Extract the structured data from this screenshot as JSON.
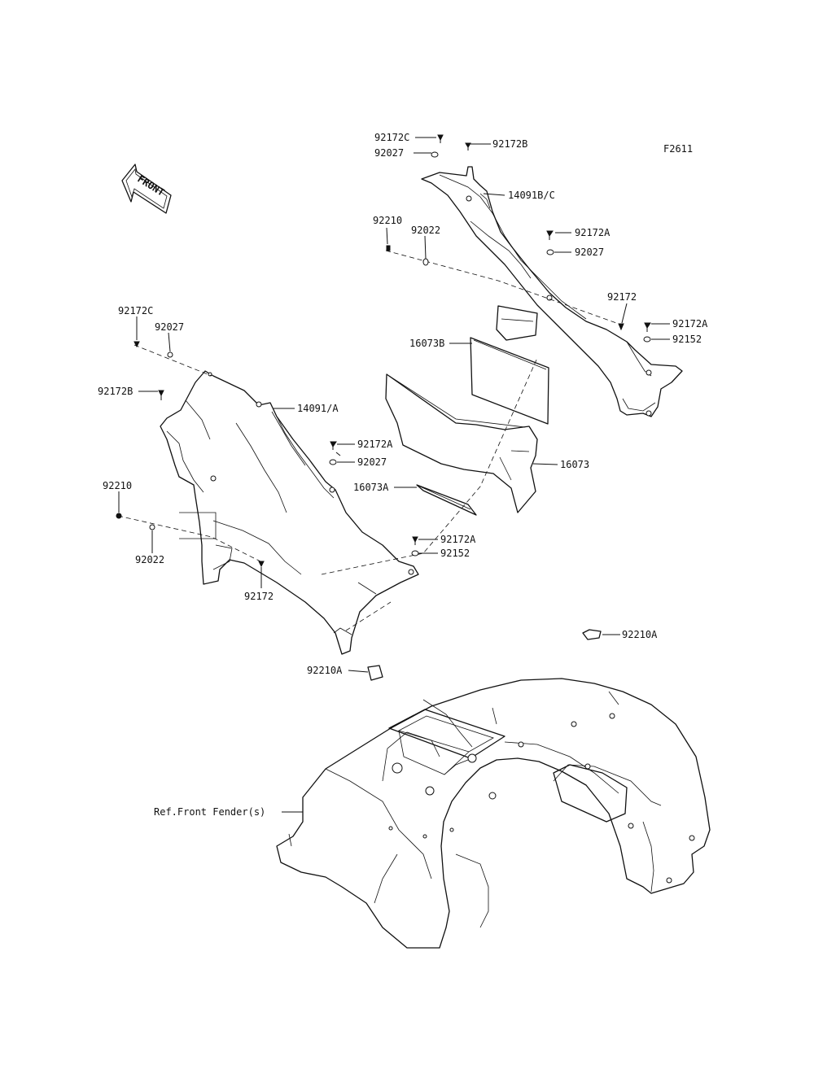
{
  "figure_id": "F2611",
  "front_arrow_text": "FRONT",
  "callouts": [
    {
      "id": "c01",
      "text": "92172C"
    },
    {
      "id": "c02",
      "text": "92172B"
    },
    {
      "id": "c03",
      "text": "92027"
    },
    {
      "id": "c04",
      "text": "14091B/C"
    },
    {
      "id": "c05",
      "text": "92210"
    },
    {
      "id": "c06",
      "text": "92022"
    },
    {
      "id": "c07",
      "text": "92172A"
    },
    {
      "id": "c08",
      "text": "92027"
    },
    {
      "id": "c09",
      "text": "92172"
    },
    {
      "id": "c10",
      "text": "92172A"
    },
    {
      "id": "c11",
      "text": "92152"
    },
    {
      "id": "c12",
      "text": "16073B"
    },
    {
      "id": "c13",
      "text": "92172C"
    },
    {
      "id": "c14",
      "text": "92027"
    },
    {
      "id": "c15",
      "text": "92172B"
    },
    {
      "id": "c16",
      "text": "14091/A"
    },
    {
      "id": "c17",
      "text": "92172A"
    },
    {
      "id": "c18",
      "text": "92027"
    },
    {
      "id": "c19",
      "text": "16073"
    },
    {
      "id": "c20",
      "text": "16073A"
    },
    {
      "id": "c21",
      "text": "92210"
    },
    {
      "id": "c22",
      "text": "92022"
    },
    {
      "id": "c23",
      "text": "92172A"
    },
    {
      "id": "c24",
      "text": "92152"
    },
    {
      "id": "c25",
      "text": "92172"
    },
    {
      "id": "c26",
      "text": "92210A"
    },
    {
      "id": "c27",
      "text": "92210A"
    },
    {
      "id": "c28",
      "text": "Ref.Front Fender(s)"
    }
  ]
}
